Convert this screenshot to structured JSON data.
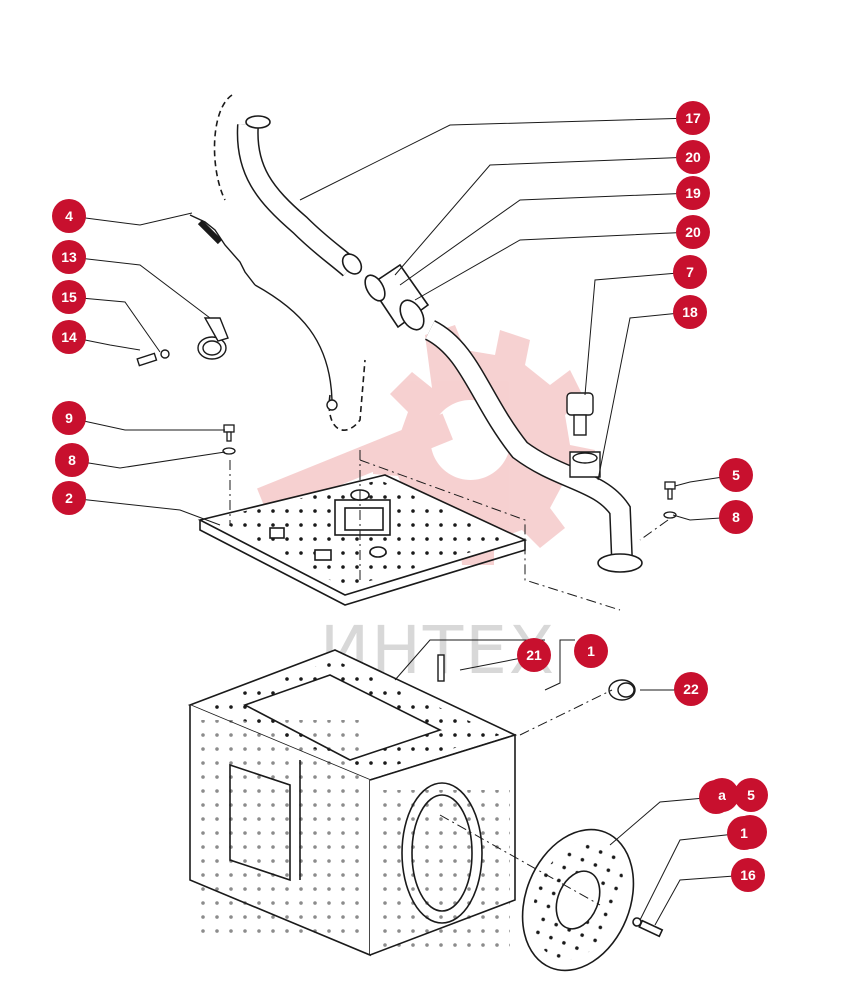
{
  "watermark": {
    "text": "ИНТЕХ"
  },
  "callouts": [
    {
      "id": "c17",
      "label": "17"
    },
    {
      "id": "c20a",
      "label": "20"
    },
    {
      "id": "c19",
      "label": "19"
    },
    {
      "id": "c20b",
      "label": "20"
    },
    {
      "id": "c7",
      "label": "7"
    },
    {
      "id": "c18",
      "label": "18"
    },
    {
      "id": "c4",
      "label": "4"
    },
    {
      "id": "c13",
      "label": "13"
    },
    {
      "id": "c15",
      "label": "15"
    },
    {
      "id": "c14",
      "label": "14"
    },
    {
      "id": "c9",
      "label": "9"
    },
    {
      "id": "c8a",
      "label": "8"
    },
    {
      "id": "c2",
      "label": "2"
    },
    {
      "id": "c5a",
      "label": "5"
    },
    {
      "id": "c8b",
      "label": "8"
    },
    {
      "id": "c21",
      "label": "21"
    },
    {
      "id": "c1a",
      "label": "1"
    },
    {
      "id": "c22",
      "label": "22"
    },
    {
      "id": "ca",
      "label": "a"
    },
    {
      "id": "c5b",
      "label": "5"
    },
    {
      "id": "c1b",
      "label": "1"
    },
    {
      "id": "c16",
      "label": "16"
    }
  ],
  "colors": {
    "callout": "#c8102e",
    "line": "#1a1a1a",
    "watermark": "#f2b8b8"
  }
}
